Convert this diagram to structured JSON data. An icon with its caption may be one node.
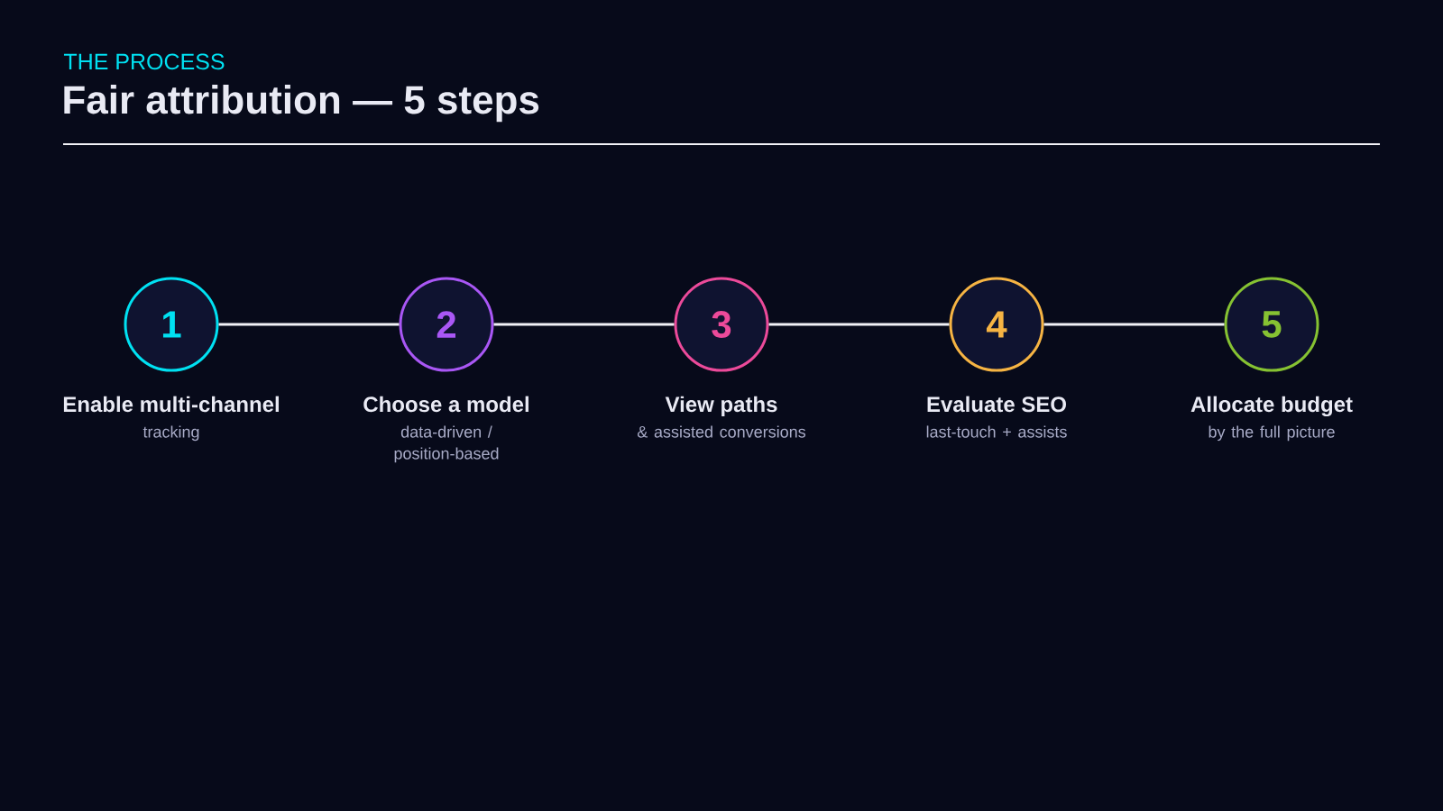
{
  "diagram": {
    "title": "Fair attribution — 5 steps",
    "nodes": [
      {
        "text": [
          "1"
        ],
        "beside": [
          "Enable multi-channel",
          "tracking"
        ]
      },
      {
        "text": [
          "2"
        ],
        "beside": [
          "Choose a model",
          "data-driven / position-based"
        ]
      },
      {
        "text": [
          "3"
        ],
        "beside": [
          "View paths",
          "& assisted conversions"
        ]
      },
      {
        "text": [
          "4"
        ],
        "beside": [
          "Evaluate SEO",
          "last-touch + assists"
        ]
      },
      {
        "text": [
          "5"
        ],
        "beside": [
          "Allocate budget",
          "by the full picture"
        ]
      }
    ],
    "edges": [
      {
        "from": 0,
        "to": 1,
        "arrow": "none"
      },
      {
        "from": 1,
        "to": 2,
        "arrow": "none"
      },
      {
        "from": 2,
        "to": 3,
        "arrow": "none"
      },
      {
        "from": 3,
        "to": 4,
        "arrow": "none"
      }
    ],
    "labels": [
      "THE PROCESS"
    ]
  }
}
